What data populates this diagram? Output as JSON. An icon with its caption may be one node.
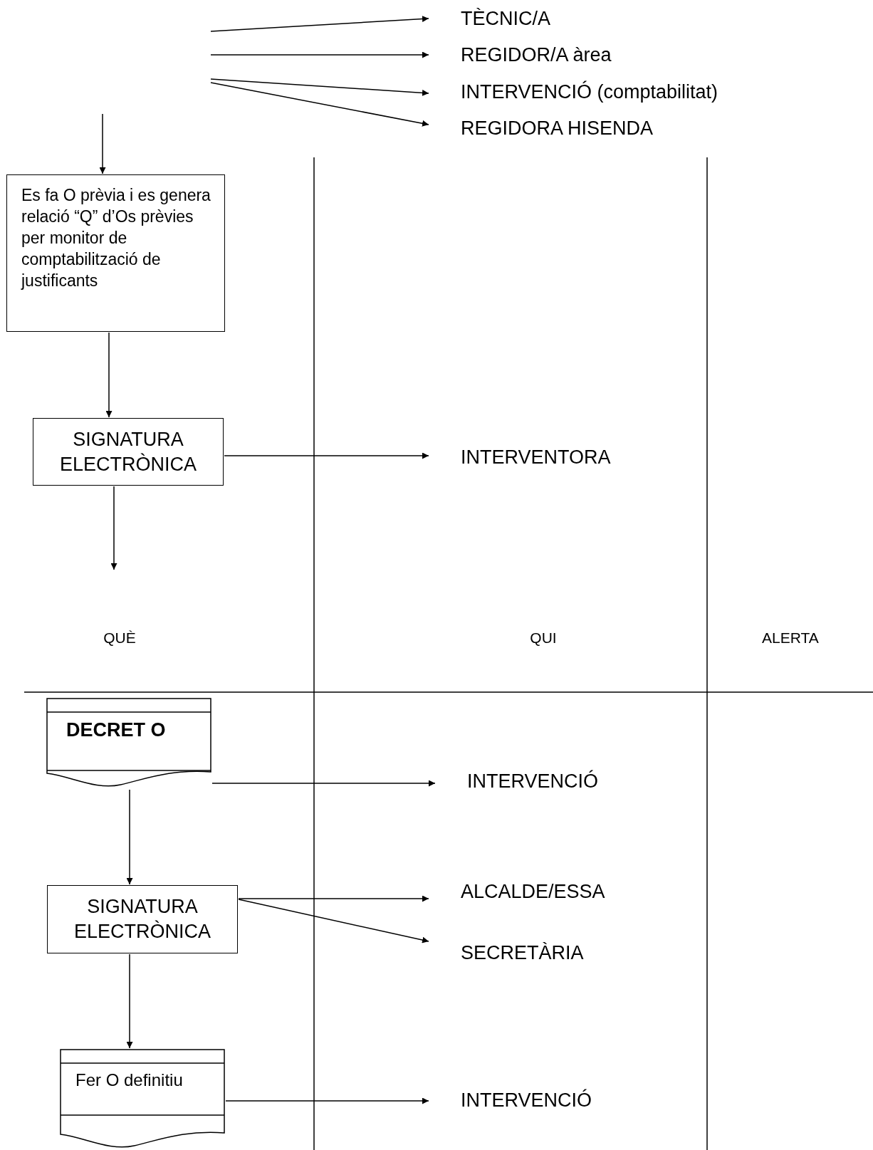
{
  "diagram": {
    "nodes": [
      {
        "text": [
          "TÈCNIC/A"
        ]
      },
      {
        "text": [
          "REGIDOR/A àrea"
        ]
      },
      {
        "text": [
          "INTERVENCIÓ (comptabilitat)"
        ]
      },
      {
        "text": [
          "REGIDORA HISENDA"
        ]
      },
      {
        "text": [
          "Es fa O prèvia i  es genera relació “Q” d’Os prèvies per monitor de comptabilització de justificants"
        ]
      },
      {
        "text": [
          "SIGNATURA ELECTRÒNICA"
        ]
      },
      {
        "text": [
          "INTERVENTORA"
        ]
      },
      {
        "text": [
          "DECRET O"
        ]
      },
      {
        "text": [
          "INTERVENCIÓ"
        ]
      },
      {
        "text": [
          "SIGNATURA ELECTRÒNICA"
        ]
      },
      {
        "text": [
          "ALCALDE/ESSA"
        ]
      },
      {
        "text": [
          "SECRETÀRIA"
        ]
      },
      {
        "text": [
          "Fer O definitiu"
        ]
      },
      {
        "text": [
          "INTERVENCIÓ"
        ]
      }
    ],
    "edges": [
      {
        "from": null,
        "to": 0,
        "arrow": "to"
      },
      {
        "from": null,
        "to": 1,
        "arrow": "to"
      },
      {
        "from": null,
        "to": 2,
        "arrow": "to"
      },
      {
        "from": null,
        "to": 3,
        "arrow": "to"
      },
      {
        "from": null,
        "to": 4,
        "arrow": "to"
      },
      {
        "from": 4,
        "to": 5,
        "arrow": "to"
      },
      {
        "from": 5,
        "to": 6,
        "arrow": "to"
      },
      {
        "from": 5,
        "to": null,
        "arrow": "to"
      },
      {
        "from": 7,
        "to": 8,
        "arrow": "to"
      },
      {
        "from": 7,
        "to": 9,
        "arrow": "to"
      },
      {
        "from": 9,
        "to": 10,
        "arrow": "to"
      },
      {
        "from": 9,
        "to": 11,
        "arrow": "to"
      },
      {
        "from": 9,
        "to": 12,
        "arrow": "to"
      },
      {
        "from": 12,
        "to": 13,
        "arrow": "to"
      }
    ],
    "labels": [
      "QUÈ",
      "QUI",
      "ALERTA"
    ]
  }
}
